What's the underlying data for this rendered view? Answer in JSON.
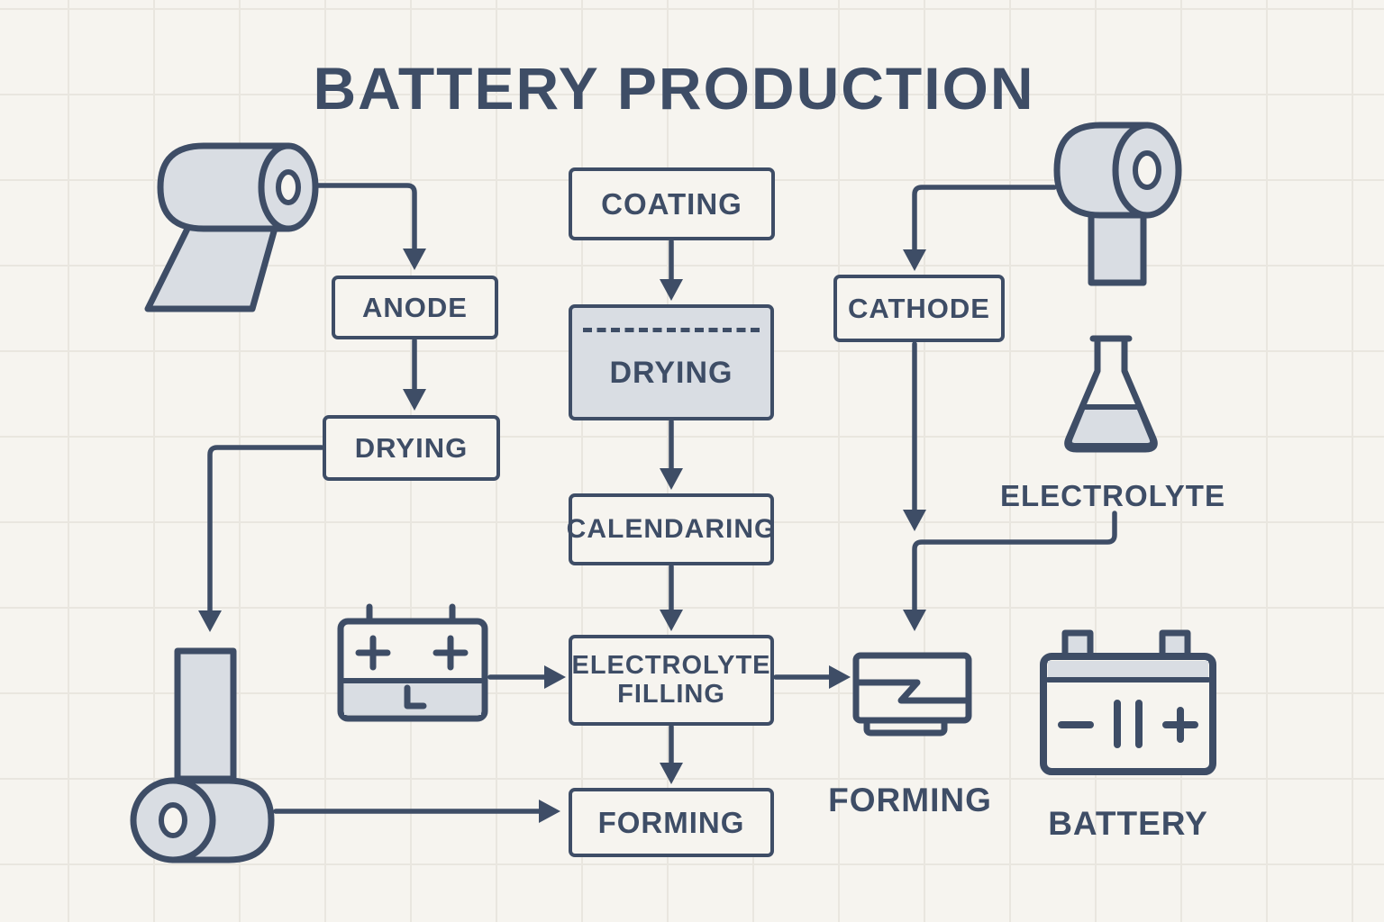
{
  "title": "BATTERY PRODUCTION",
  "colors": {
    "ink": "#3e4d66",
    "fill": "#d9dde3",
    "paper": "#f6f4ef",
    "grid": "#e9e6df"
  },
  "nodes": {
    "anode": {
      "label": "ANODE"
    },
    "drying_left": {
      "label": "DRYING"
    },
    "coating": {
      "label": "COATING"
    },
    "drying_center": {
      "label": "DRYING"
    },
    "calendaring": {
      "label": "CALENDARING"
    },
    "electrolyte_filling": {
      "label": "ELECTROLYTE FILLING"
    },
    "forming_center": {
      "label": "FORMING"
    },
    "cathode": {
      "label": "CATHODE"
    }
  },
  "labels": {
    "electrolyte": "ELECTROLYTE",
    "forming_right": "FORMING",
    "battery": "BATTERY"
  },
  "icons": {
    "top_left": "foil-roll-icon",
    "top_right": "foil-roll-icon",
    "flask": "electrolyte-flask-icon",
    "cell": "battery-cell-icon",
    "stack": "electrode-stack-icon",
    "output_roll": "jelly-roll-icon",
    "battery": "battery-icon"
  },
  "edges": [
    {
      "from": "anode-roll",
      "to": "anode"
    },
    {
      "from": "anode",
      "to": "drying-left"
    },
    {
      "from": "drying-left",
      "to": "output-roll"
    },
    {
      "from": "coating",
      "to": "drying-center"
    },
    {
      "from": "drying-center",
      "to": "calendaring"
    },
    {
      "from": "calendaring",
      "to": "electrolyte-filling"
    },
    {
      "from": "cell",
      "to": "electrolyte-filling"
    },
    {
      "from": "electrolyte-filling",
      "to": "forming-center"
    },
    {
      "from": "electrolyte-filling",
      "to": "forming-stack"
    },
    {
      "from": "cathode-roll",
      "to": "cathode"
    },
    {
      "from": "cathode",
      "to": "forming-stack"
    },
    {
      "from": "electrolyte",
      "to": "forming-stack"
    },
    {
      "from": "output-roll",
      "to": "forming-center"
    }
  ]
}
